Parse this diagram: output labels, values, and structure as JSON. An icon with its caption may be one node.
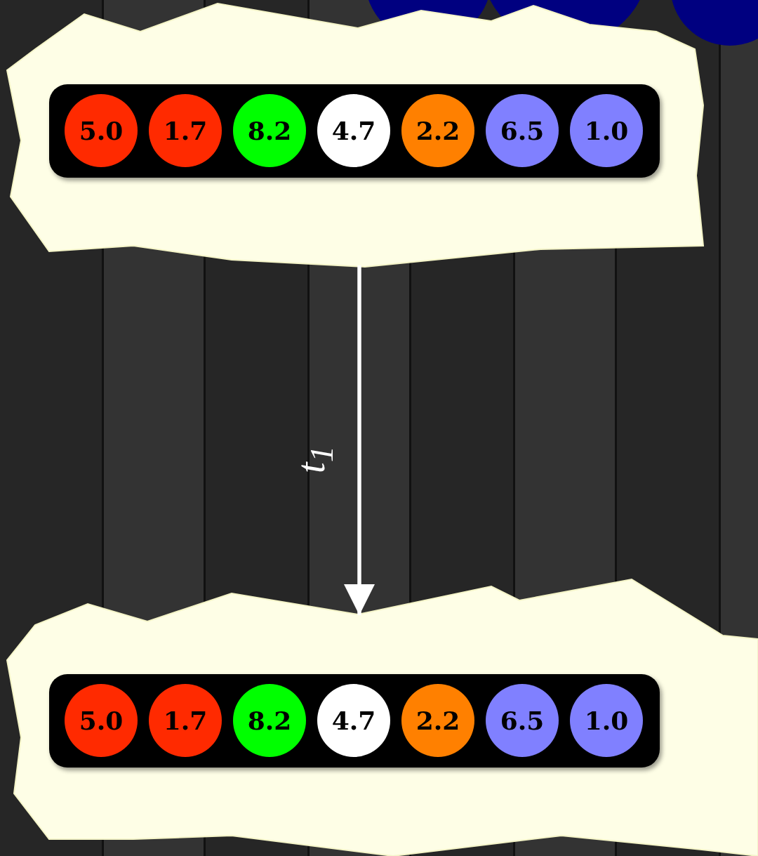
{
  "diagram": {
    "nodes": [
      {
        "text": [],
        "shape": "box"
      },
      {
        "text": [],
        "shape": "box",
        "in": 0
      },
      {
        "text": [
          "5.0"
        ],
        "in": 1
      },
      {
        "text": [
          "1.7"
        ],
        "in": 1
      },
      {
        "text": [
          "8.2"
        ],
        "in": 1
      },
      {
        "text": [
          "4.7"
        ],
        "in": 1
      },
      {
        "text": [
          "2.2"
        ],
        "in": 1
      },
      {
        "text": [
          "6.5"
        ],
        "in": 1
      },
      {
        "text": [
          "1.0"
        ],
        "in": 1
      },
      {
        "text": [],
        "shape": "box"
      },
      {
        "text": [],
        "shape": "box",
        "in": 9
      },
      {
        "text": [
          "5.0"
        ],
        "in": 10
      },
      {
        "text": [
          "1.7"
        ],
        "in": 10
      },
      {
        "text": [
          "8.2"
        ],
        "in": 10
      },
      {
        "text": [
          "4.7"
        ],
        "in": 10
      },
      {
        "text": [
          "2.2"
        ],
        "in": 10
      },
      {
        "text": [
          "6.5"
        ],
        "in": 10
      },
      {
        "text": [
          "1.0"
        ],
        "in": 10
      }
    ],
    "edges": [
      {
        "from": 0,
        "to": 9,
        "arrow": "to",
        "label": "t$_{1}$"
      }
    ]
  }
}
